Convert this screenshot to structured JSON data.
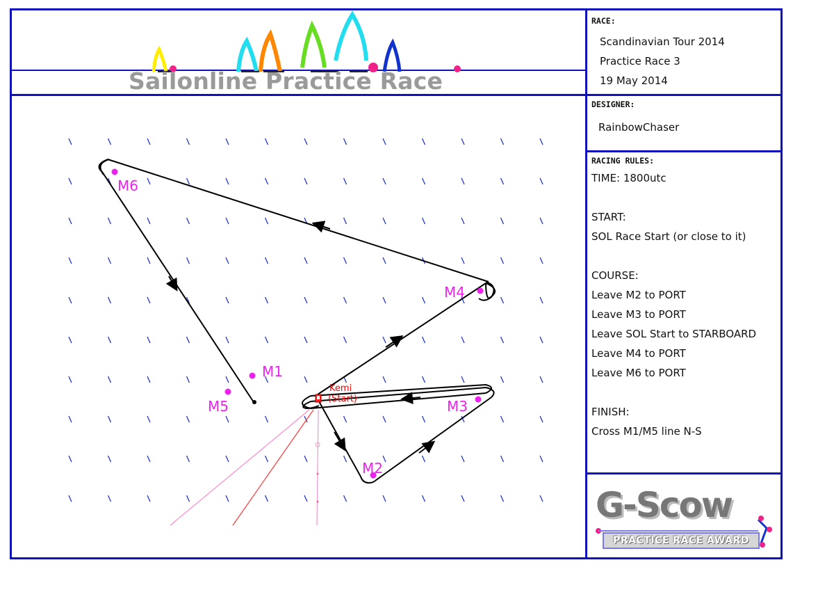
{
  "header": {
    "title": "Sailonline Practice Race"
  },
  "panel": {
    "race_label": "RACE:",
    "race_lines": [
      "Scandinavian Tour 2014",
      "Practice Race 3",
      "19 May 2014"
    ],
    "designer_label": "DESIGNER:",
    "designer": "RainbowChaser",
    "rules_label": "RACING RULES:",
    "rules_lines": [
      "TIME: 1800utc",
      "",
      "START:",
      "SOL Race Start (or close to it)",
      "",
      "COURSE:",
      "Leave M2 to PORT",
      "Leave M3 to PORT",
      "Leave SOL Start to STARBOARD",
      "Leave M4 to PORT",
      "Leave M6 to PORT",
      "",
      "FINISH:",
      "Cross M1/M5 line N-S"
    ]
  },
  "map": {
    "marks": [
      {
        "name": "M6",
        "label": "M6"
      },
      {
        "name": "M4",
        "label": "M4"
      },
      {
        "name": "M1",
        "label": "M1"
      },
      {
        "name": "M5",
        "label": "M5"
      },
      {
        "name": "M3",
        "label": "M3"
      },
      {
        "name": "M2",
        "label": "M2"
      }
    ],
    "start_name": "Kemi",
    "start_note": "(Start)"
  },
  "award": {
    "main": "G-Scow",
    "sub": "PRACTICE RACE AWARD"
  },
  "colors": {
    "frame": "#1111bb",
    "mark_label": "#ee22ee",
    "course_line": "#000000",
    "start": "#ee0000",
    "wind_tick": "#2233cc",
    "title": "#9a9a9a"
  }
}
